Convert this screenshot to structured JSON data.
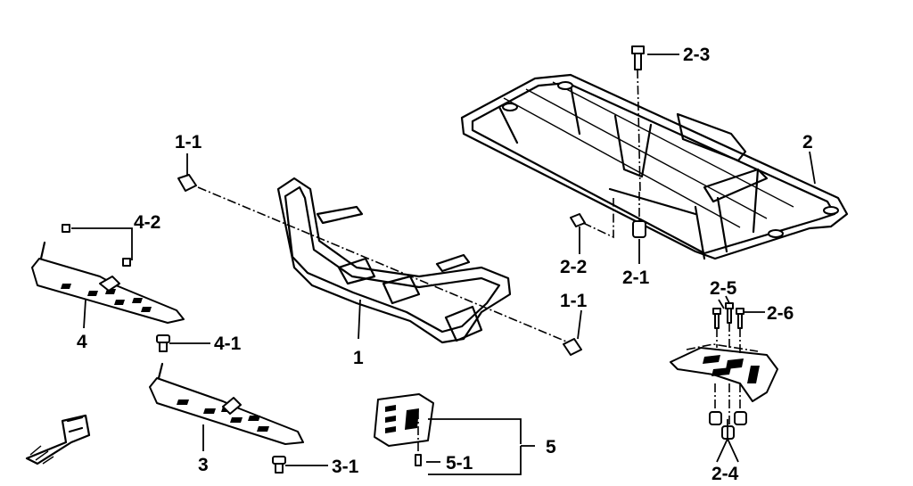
{
  "labels": {
    "p1": "1",
    "p1_1_top": "1-1",
    "p1_1_right": "1-1",
    "p2": "2",
    "p2_1": "2-1",
    "p2_2": "2-2",
    "p2_3": "2-3",
    "p2_4": "2-4",
    "p2_5": "2-5",
    "p2_6": "2-6",
    "p3": "3",
    "p3_1": "3-1",
    "p4": "4",
    "p4_1": "4-1",
    "p4_2": "4-2",
    "p5": "5",
    "p5_1": "5-1"
  },
  "icons": {
    "front_arrow": "front-direction-f-arrow"
  }
}
